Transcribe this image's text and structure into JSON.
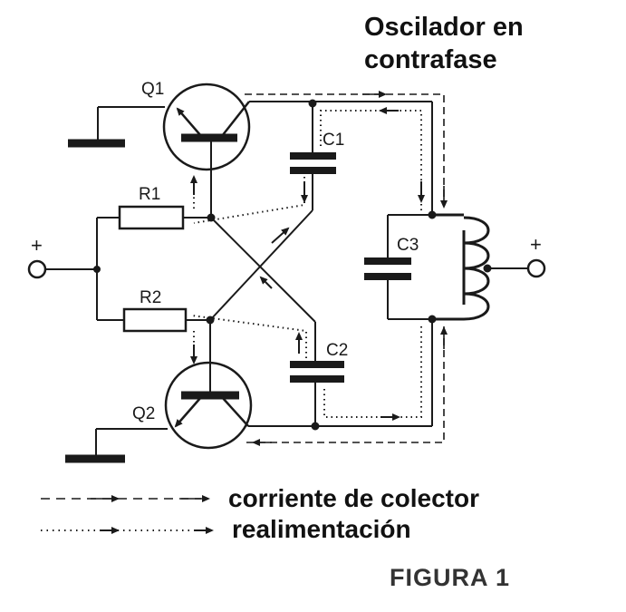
{
  "diagram": {
    "title_line1": "Oscilador en",
    "title_line2": "contrafase",
    "components": {
      "q1": "Q1",
      "q2": "Q2",
      "r1": "R1",
      "r2": "R2",
      "c1": "C1",
      "c2": "C2",
      "c3": "C3",
      "plus_left": "+",
      "plus_right": "+"
    },
    "legend": {
      "dashed": "corriente de colector",
      "dotted": "realimentación"
    },
    "figure_label": "FIGURA 1"
  },
  "colors": {
    "ink": "#1a1a1a",
    "paper": "#ffffff"
  }
}
